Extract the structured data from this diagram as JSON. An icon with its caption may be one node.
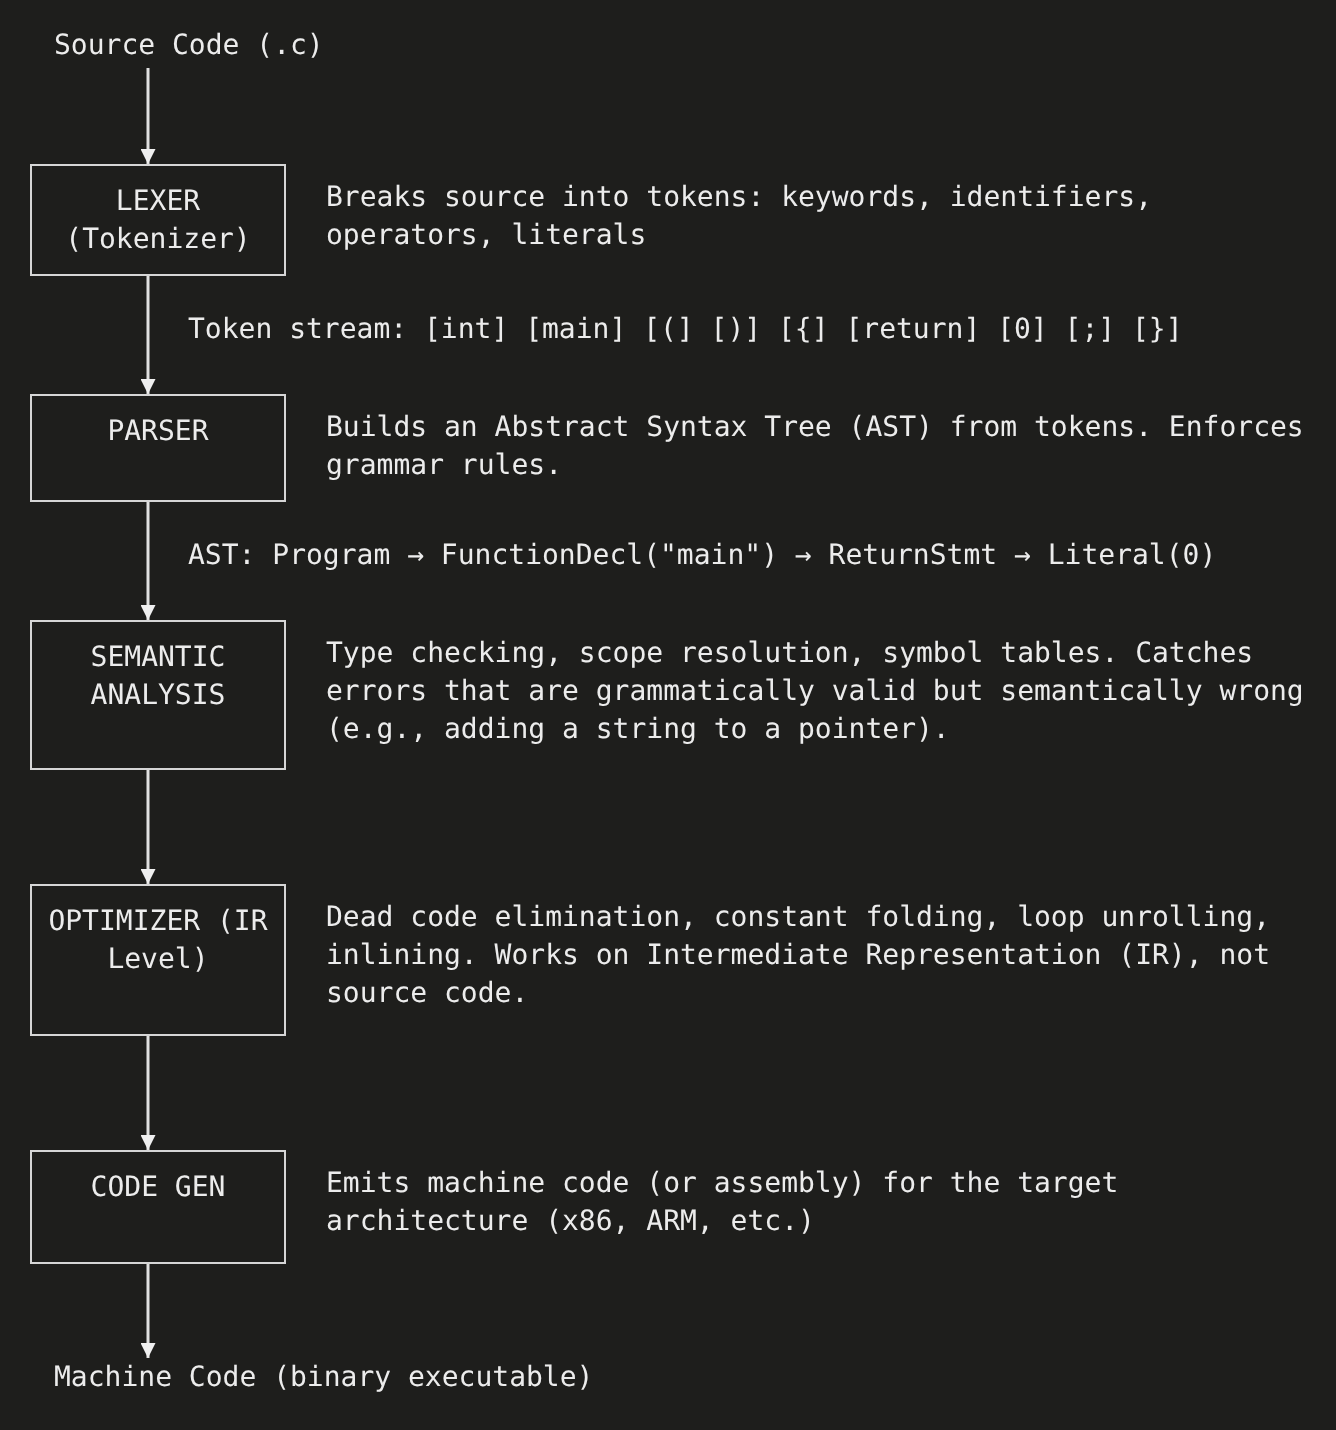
{
  "diagram": {
    "nodes": [
      {
        "text": [
          "Source Code (.c)"
        ]
      },
      {
        "text": [
          "LEXER (Tokenizer)"
        ],
        "beside": [
          "Breaks source into tokens: keywords, identifiers, operators, literals"
        ]
      },
      {
        "text": [
          "PARSER"
        ],
        "beside": [
          "Builds an Abstract Syntax Tree (AST) from tokens. Enforces grammar rules."
        ]
      },
      {
        "text": [
          "SEMANTIC ANALYSIS"
        ],
        "beside": [
          "Type checking, scope resolution, symbol tables. Catches errors that are grammatically valid but semantically wrong (e.g., adding a string to a pointer)."
        ]
      },
      {
        "text": [
          "OPTIMIZER (IR Level)"
        ],
        "beside": [
          "Dead code elimination, constant folding, loop unrolling, inlining. Works on Intermediate Representation (IR), not source code."
        ]
      },
      {
        "text": [
          "CODE GEN"
        ],
        "beside": [
          "Emits machine code (or assembly) for the target architecture (x86, ARM, etc.)"
        ]
      },
      {
        "text": [
          "Machine Code (binary executable)"
        ]
      }
    ],
    "edges": [
      {
        "from": 0,
        "to": 1,
        "arrow": "to"
      },
      {
        "from": 1,
        "to": 2,
        "arrow": "to",
        "label": "Token stream: [int] [main] [(] [)] [{] [return] [0] [;] [}]"
      },
      {
        "from": 2,
        "to": 3,
        "arrow": "to",
        "label": "AST: Program → FunctionDecl(\"main\") → ReturnStmt → Literal(0)"
      },
      {
        "from": 3,
        "to": 4,
        "arrow": "to"
      },
      {
        "from": 4,
        "to": 5,
        "arrow": "to"
      },
      {
        "from": 5,
        "to": 6,
        "arrow": "to"
      }
    ]
  }
}
